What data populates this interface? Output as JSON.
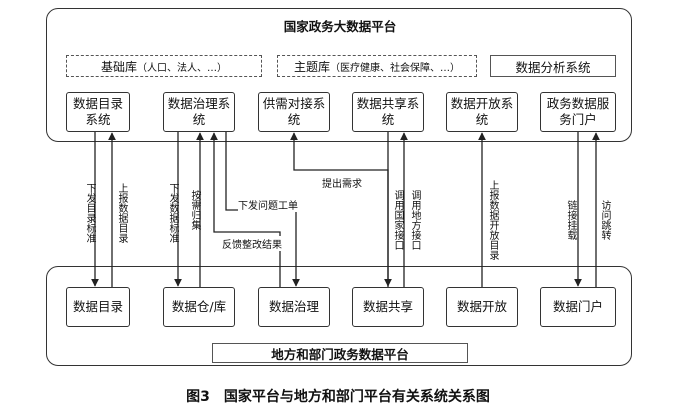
{
  "national": {
    "title": "国家政务大数据平台",
    "base_lib": {
      "main": "基础库",
      "sub": "（人口、法人、…）"
    },
    "topic_lib": {
      "main": "主题库",
      "sub": "（医疗健康、社会保障、…）"
    },
    "analysis": "数据分析系统",
    "systems": [
      "数据目录系统",
      "数据治理系统",
      "供需对接系统",
      "数据共享系统",
      "数据开放系统",
      "政务数据服务门户"
    ]
  },
  "local": {
    "title": "地方和部门政务数据平台",
    "systems": [
      "数据目录",
      "数据仓/库",
      "数据治理",
      "数据共享",
      "数据开放",
      "数据门户"
    ]
  },
  "links": {
    "catalog_down": "下发目录标准",
    "catalog_up": "上报数据目录",
    "warehouse_down": "下发数据标准",
    "warehouse_up": "按需归集",
    "issue_down": "下发问题工单",
    "rectify_up": "反馈整改结果",
    "demand_up": "提出需求",
    "call_national": "调用国家接口",
    "call_local": "调用地方接口",
    "open_up": "上报数据开放目录",
    "link_mount": "链接挂载",
    "visit_jump": "访问跳转"
  },
  "caption": "图3　国家平台与地方和部门平台有关系统关系图"
}
